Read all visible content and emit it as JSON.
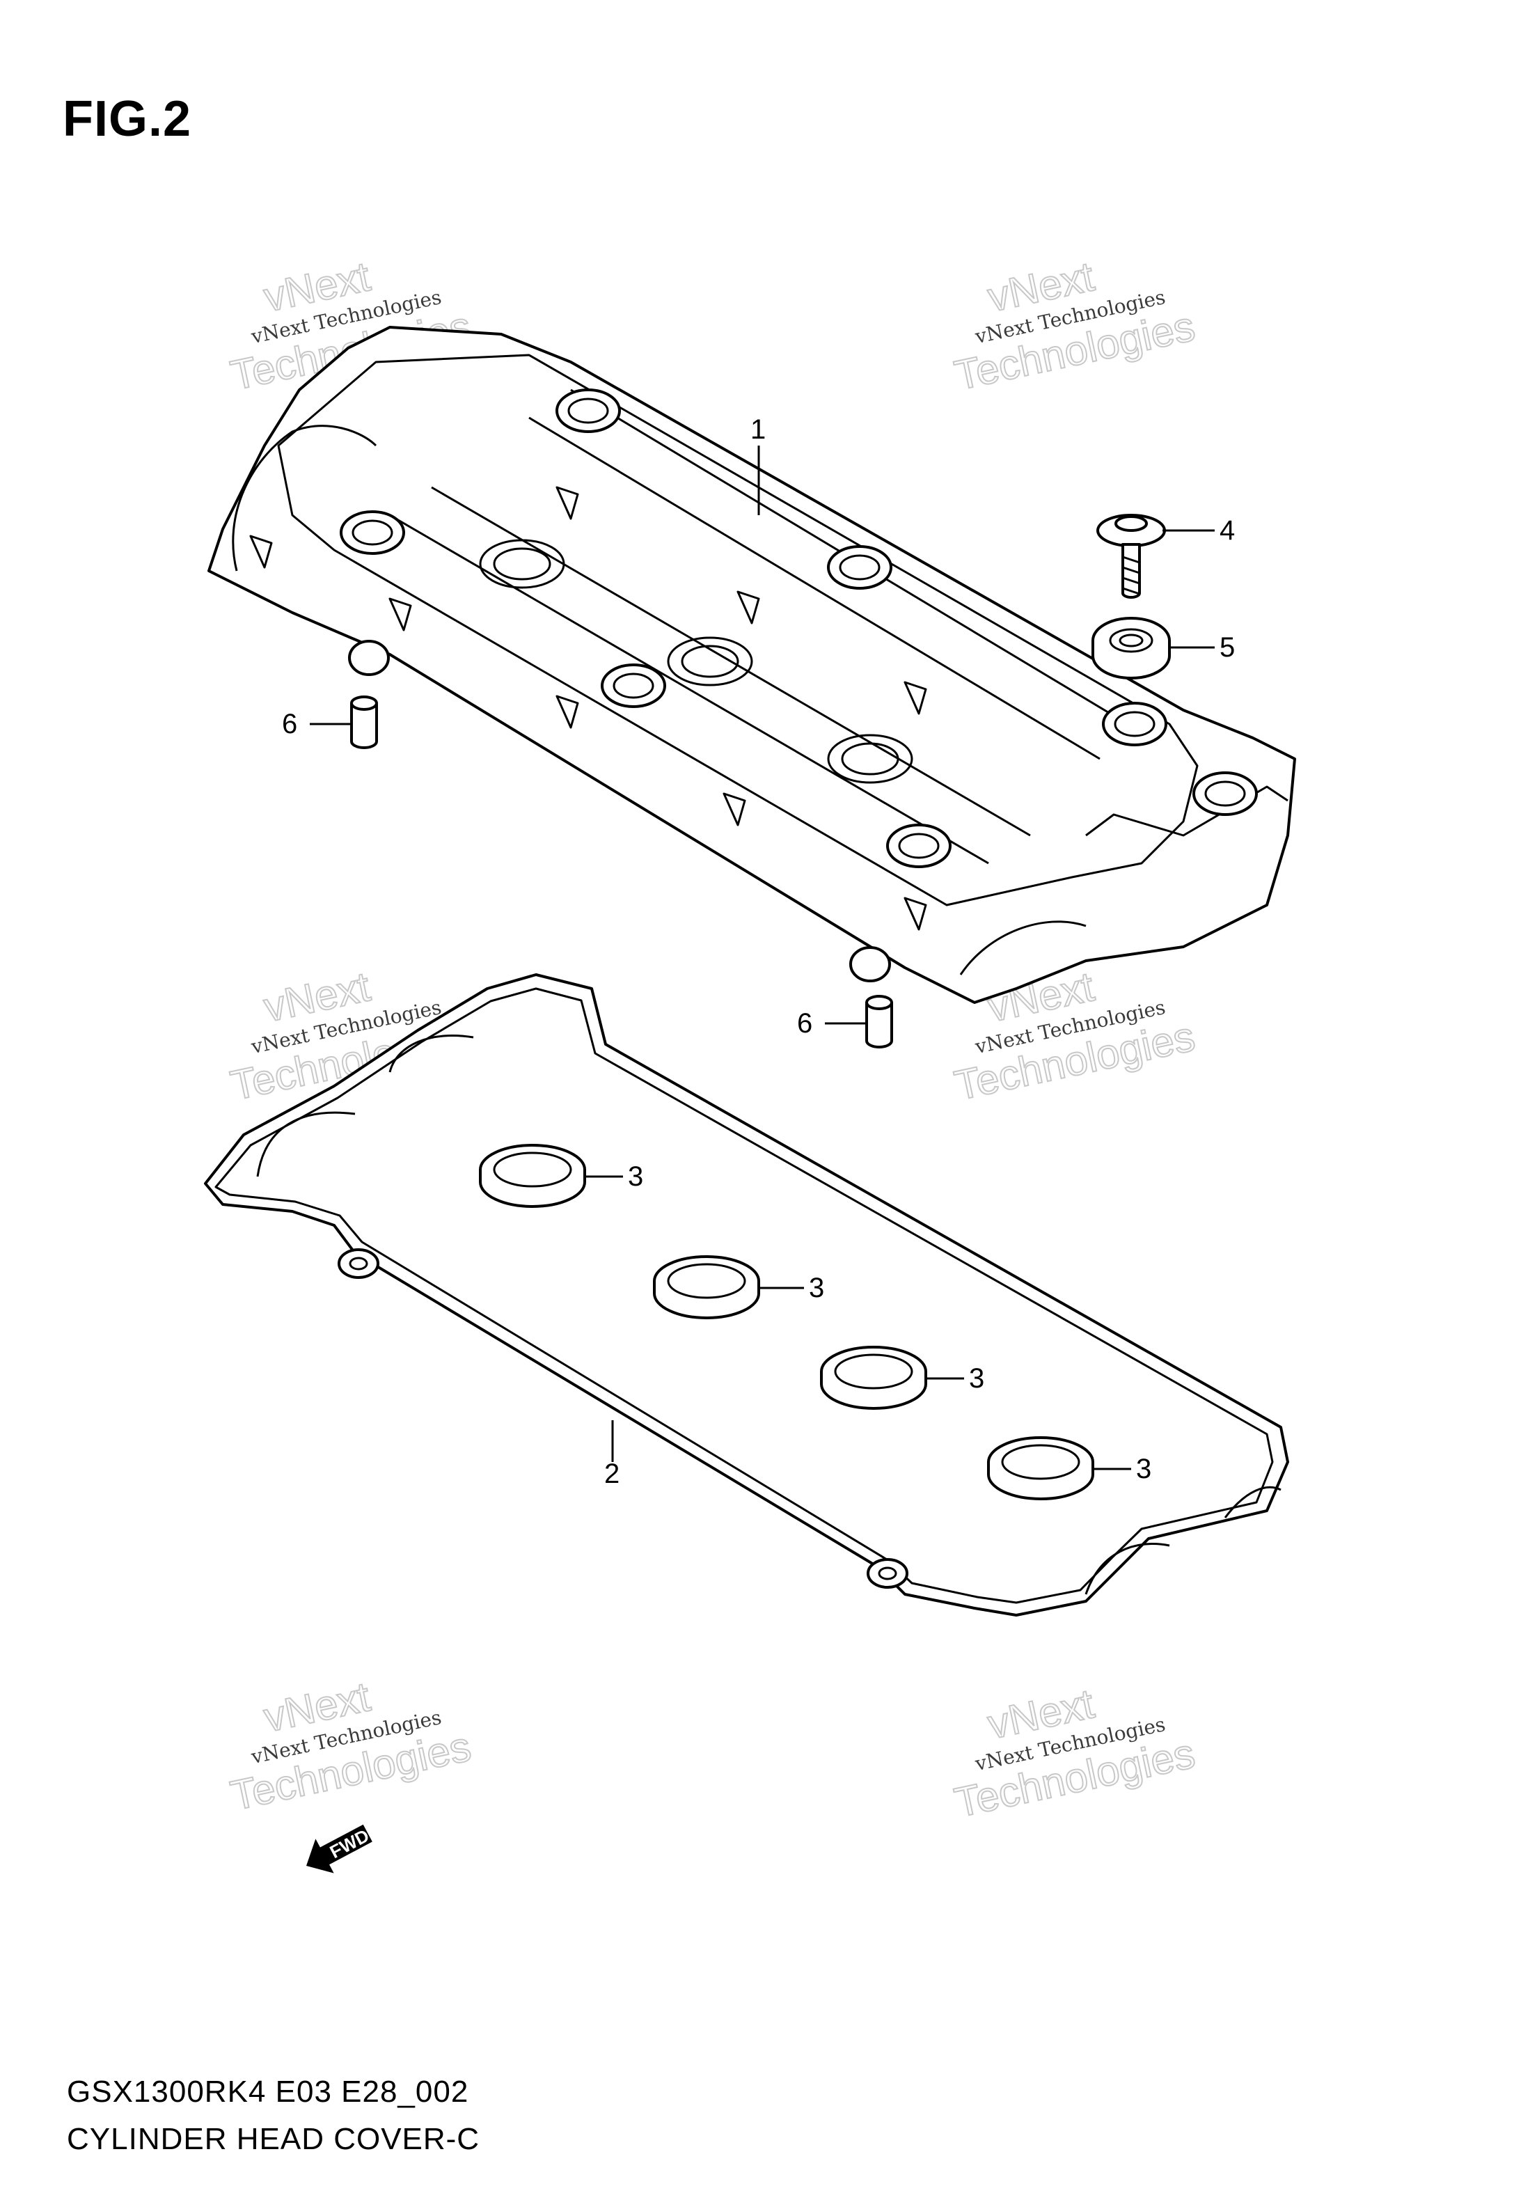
{
  "figure": {
    "title": "FIG.2",
    "code": "GSX1300RK4 E03 E28_002",
    "name": "CYLINDER HEAD COVER-C",
    "fwd_label": "FWD"
  },
  "watermark": {
    "line1": "vNext",
    "line2": "vNext Technologies",
    "line3": "Technologies"
  },
  "callouts": [
    {
      "id": "c1",
      "label": "1"
    },
    {
      "id": "c2",
      "label": "2"
    },
    {
      "id": "c3a",
      "label": "3"
    },
    {
      "id": "c3b",
      "label": "3"
    },
    {
      "id": "c3c",
      "label": "3"
    },
    {
      "id": "c3d",
      "label": "3"
    },
    {
      "id": "c4",
      "label": "4"
    },
    {
      "id": "c5",
      "label": "5"
    },
    {
      "id": "c6a",
      "label": "6"
    },
    {
      "id": "c6b",
      "label": "6"
    }
  ]
}
